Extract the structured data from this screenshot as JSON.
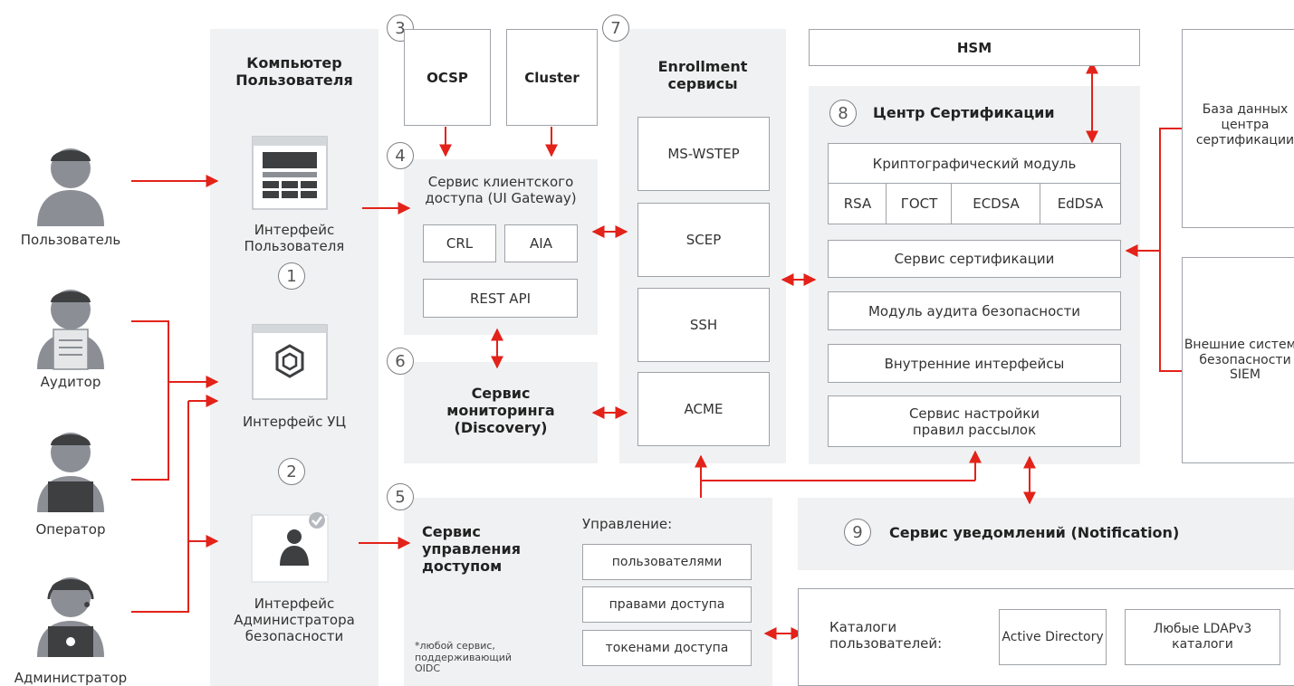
{
  "accent_color": "#e32219",
  "actors": {
    "user": "Пользователь",
    "auditor": "Аудитор",
    "operator": "Оператор",
    "admin": "Администратор"
  },
  "computer": {
    "title": "Компьютер Пользователя",
    "user_interface": "Интерфейс Пользователя",
    "ca_interface": "Интерфейс УЦ",
    "admin_interface": "Интерфейс Администратора безопасности"
  },
  "numbers": [
    "1",
    "2",
    "3",
    "4",
    "5",
    "6",
    "7",
    "8",
    "9"
  ],
  "top_services": {
    "ocsp": "OCSP",
    "cluster": "Cluster"
  },
  "gateway": {
    "title": "Сервис клиентского доступа (UI Gateway)",
    "crl": "CRL",
    "aia": "AIA",
    "rest": "REST API"
  },
  "monitoring": {
    "title": "Сервис мониторинга (Discovery)"
  },
  "enrollment": {
    "title": "Enrollment сервисы",
    "items": [
      "MS-WSTEP",
      "SCEP",
      "SSH",
      "ACME"
    ]
  },
  "hsm": "HSM",
  "ca": {
    "title": "Центр Сертификации",
    "crypto": "Криптографический модуль",
    "algos": [
      "RSA",
      "ГОСТ",
      "ECDSA",
      "EdDSA"
    ],
    "cert_service": "Сервис сертификации",
    "audit": "Модуль аудита безопасности",
    "internal": "Внутренние интерфейсы",
    "mail_settings": "Сервис настройки правил рассылок"
  },
  "right": {
    "db": "База данных центра сертификации",
    "siem": "Внешние системы безопасности SIEM"
  },
  "access": {
    "title": "Сервис управления доступом",
    "manage_label": "Управление:",
    "items": [
      "пользователями",
      "правами доступа",
      "токенами доступа"
    ],
    "note": "*любой сервис, поддерживающий OIDC"
  },
  "notification": {
    "title": "Сервис уведомлений (Notification)"
  },
  "catalogs": {
    "title": "Каталоги пользователей:",
    "ad": "Active Directory",
    "ldap": "Любые LDAPv3 каталоги"
  }
}
